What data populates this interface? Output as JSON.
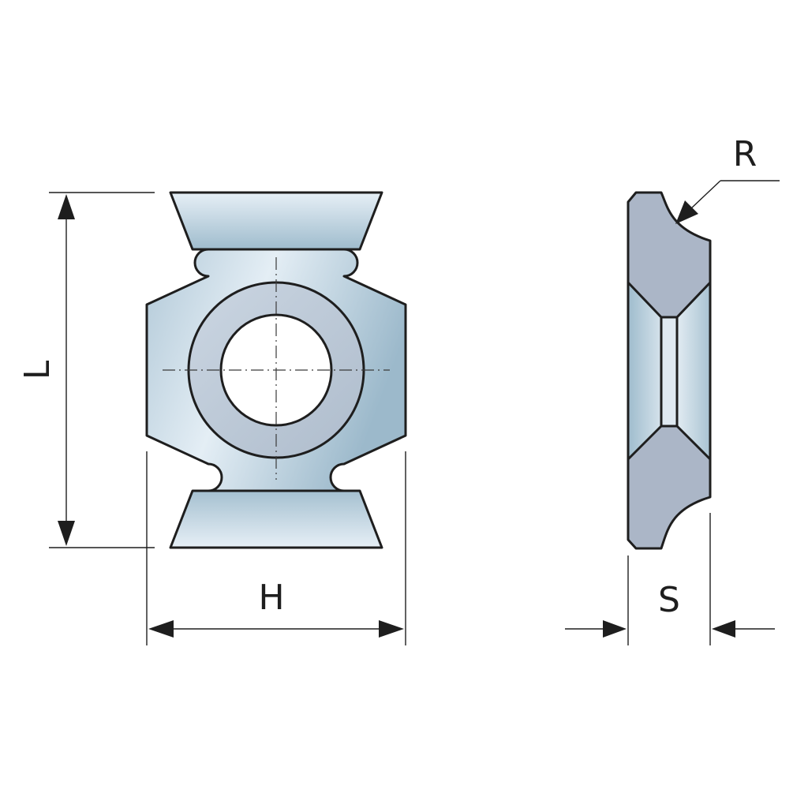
{
  "labels": {
    "length": "L",
    "width": "H",
    "thickness": "S",
    "radius": "R"
  },
  "colors": {
    "body_light": "#e3edf4",
    "body_mid": "#b7cfdd",
    "body_dark": "#8fb0c3",
    "side_grey": "#aab5c6",
    "line": "#1e1e1e"
  }
}
